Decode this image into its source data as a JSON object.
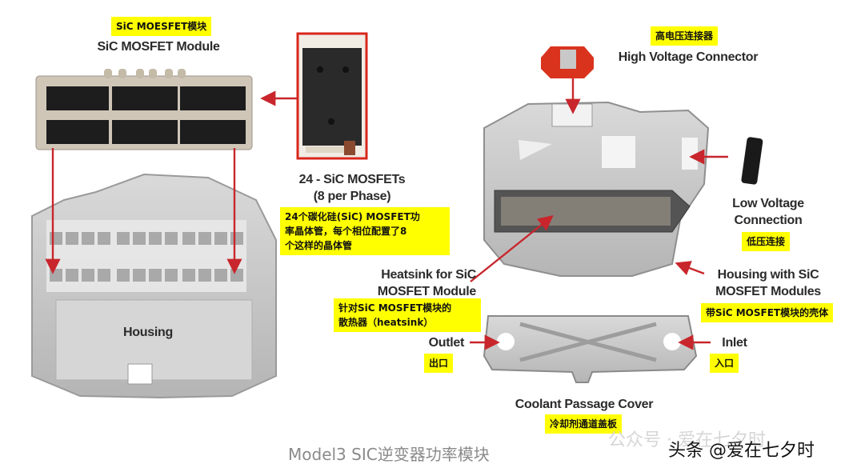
{
  "diagram": {
    "title_caption": "Model3 SIC逆变器功率模块",
    "components": {
      "sic_module": {
        "label_cn": "SiC MOESFET模块",
        "label_en": "SiC MOSFET Module"
      },
      "single_mosfet": {
        "label_en_line1": "24 - SiC MOSFETs",
        "label_en_line2": "(8 per Phase)",
        "label_cn_line1": "24个碳化硅(SiC) MOSFET功",
        "label_cn_line2": "率晶体管，每个相位配置了8",
        "label_cn_line3": "个这样的晶体管"
      },
      "housing_left": {
        "label_en": "Housing"
      },
      "hv_connector": {
        "label_cn": "高电压连接器",
        "label_en": "High Voltage Connector"
      },
      "lv_connection": {
        "label_en_line1": "Low Voltage",
        "label_en_line2": "Connection",
        "label_cn": "低压连接"
      },
      "heatsink": {
        "label_en_line1": "Heatsink for SiC",
        "label_en_line2": "MOSFET Module",
        "label_cn_line1": "针对SiC MOSFET模块的",
        "label_cn_line2": "散热器（heatsink）"
      },
      "housing_right": {
        "label_en_line1": "Housing with SiC",
        "label_en_line2": "MOSFET Modules",
        "label_cn": "带SiC MOSFET模块的壳体"
      },
      "outlet": {
        "label_en": "Outlet",
        "label_cn": "出口"
      },
      "inlet": {
        "label_en": "Inlet",
        "label_cn": "入口"
      },
      "coolant_cover": {
        "label_en": "Coolant Passage Cover",
        "label_cn": "冷却剂通道盖板"
      }
    },
    "watermark": {
      "faint": "公众号 · 爱在七夕时",
      "main": "头条 @爱在七夕时"
    },
    "colors": {
      "highlight": "#ffff00",
      "arrow": "#c8262c",
      "text": "#2b2b2b",
      "caption": "#8a8a8a"
    }
  }
}
